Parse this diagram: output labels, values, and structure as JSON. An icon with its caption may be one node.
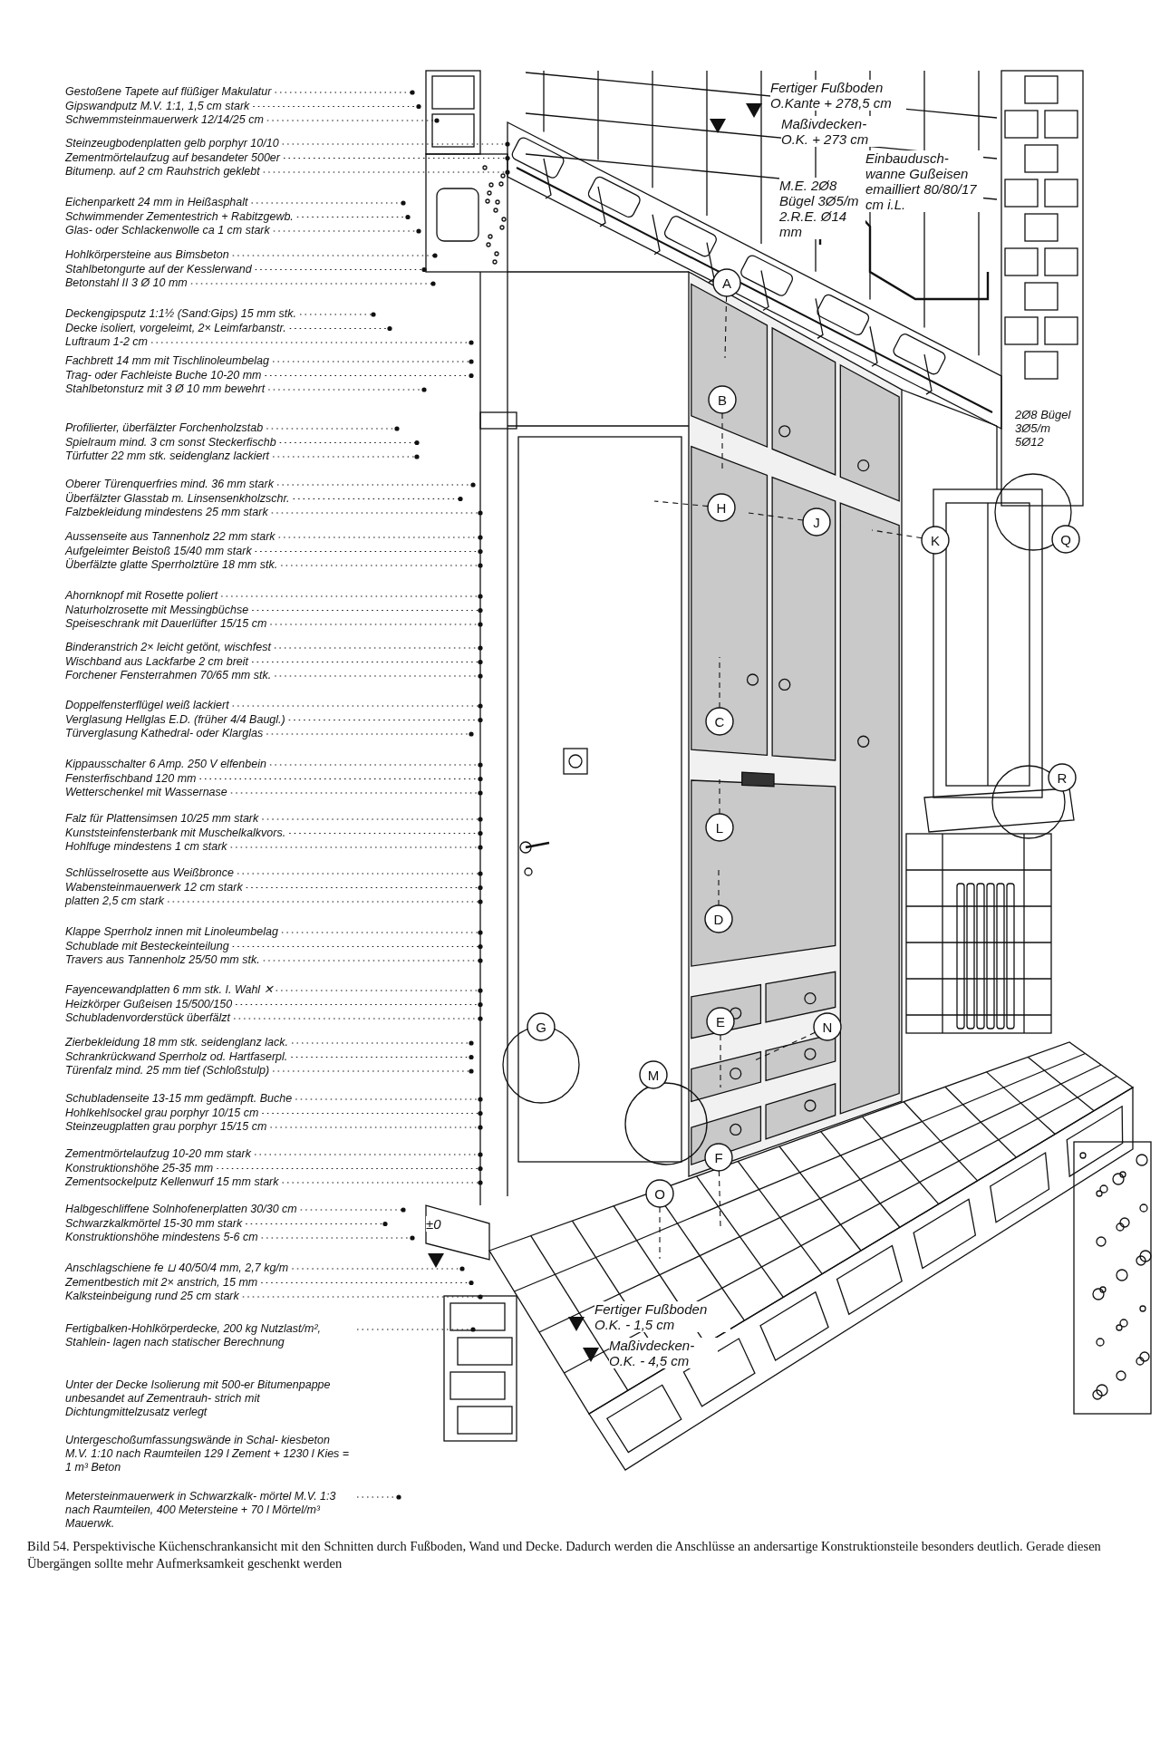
{
  "diagram": {
    "caption": "Bild 54. Perspektivische Küchenschrankansicht mit den Schnitten durch Fußboden, Wand und Decke. Dadurch werden die Anschlüsse an andersartige Konstruktionsteile besonders deutlich. Gerade diesen Übergängen sollte mehr Aufmerksamkeit geschenkt werden",
    "nodes": [
      {
        "text": [
          "Gestoßene Tapete auf flüßiger Makulatur"
        ]
      },
      {
        "text": [
          "Gipswandputz M.V. 1:1, 1,5 cm stark"
        ]
      },
      {
        "text": [
          "Schwemmsteinmauerwerk 12/14/25 cm"
        ]
      },
      {
        "text": [
          "Steinzeugbodenplatten gelb porphyr 10/10"
        ]
      },
      {
        "text": [
          "Zementmörtelaufzug auf besandeter 500er"
        ]
      },
      {
        "text": [
          "Bitumenp. auf 2 cm Rauhstrich geklebt"
        ]
      },
      {
        "text": [
          "Eichenparkett 24 mm in Heißasphalt"
        ]
      },
      {
        "text": [
          "Schwimmender Zementestrich + Rabitzgewb."
        ]
      },
      {
        "text": [
          "Glas- oder Schlackenwolle ca 1 cm stark"
        ]
      },
      {
        "text": [
          "Hohlkörpersteine aus Bimsbeton"
        ]
      },
      {
        "text": [
          "Stahlbetongurte auf der Kesslerwand"
        ]
      },
      {
        "text": [
          "Betonstahl II 3 Ø 10 mm"
        ]
      },
      {
        "text": [
          "Deckengipsputz 1:1½ (Sand:Gips) 15 mm stk."
        ]
      },
      {
        "text": [
          "Decke isoliert, vorgeleimt, 2× Leimfarbanstr."
        ]
      },
      {
        "text": [
          "Luftraum 1-2 cm"
        ]
      },
      {
        "text": [
          "Fachbrett 14 mm mit Tischlinoleumbelag"
        ]
      },
      {
        "text": [
          "Trag- oder Fachleiste Buche 10-20 mm"
        ]
      },
      {
        "text": [
          "Stahlbetonsturz mit 3 Ø 10 mm bewehrt"
        ]
      },
      {
        "text": [
          "Profilierter, überfälzter Forchenholzstab"
        ]
      },
      {
        "text": [
          "Spielraum mind. 3 cm sonst Steckerfischb"
        ]
      },
      {
        "text": [
          "Türfutter 22 mm stk. seidenglanz lackiert"
        ]
      },
      {
        "text": [
          "Oberer Türenquerfries mind. 36 mm stark"
        ]
      },
      {
        "text": [
          "Überfälzter Glasstab m. Linsensenkholzschr."
        ]
      },
      {
        "text": [
          "Falzbekleidung mindestens 25 mm stark"
        ]
      },
      {
        "text": [
          "Aussenseite aus Tannenholz 22 mm stark"
        ]
      },
      {
        "text": [
          "Aufgeleimter Beistoß 15/40 mm stark"
        ]
      },
      {
        "text": [
          "Überfälzte glatte Sperrholztüre 18 mm stk."
        ]
      },
      {
        "text": [
          "Ahornknopf mit Rosette poliert"
        ]
      },
      {
        "text": [
          "Naturholzrosette mit Messingbüchse"
        ]
      },
      {
        "text": [
          "Speiseschrank mit Dauerlüfter 15/15 cm"
        ]
      },
      {
        "text": [
          "Binderanstrich 2× leicht getönt, wischfest"
        ]
      },
      {
        "text": [
          "Wischband aus Lackfarbe 2 cm breit"
        ]
      },
      {
        "text": [
          "Forchener Fensterrahmen 70/65 mm stk."
        ]
      },
      {
        "text": [
          "Doppelfensterflügel weiß lackiert"
        ]
      },
      {
        "text": [
          "Verglasung Hellglas E.D. (früher 4/4 Baugl.)"
        ]
      },
      {
        "text": [
          "Türverglasung Kathedral- oder Klarglas"
        ]
      },
      {
        "text": [
          "Kippausschalter 6 Amp. 250 V elfenbein"
        ]
      },
      {
        "text": [
          "Fensterfischband 120 mm"
        ]
      },
      {
        "text": [
          "Wetterschenkel mit Wassernase"
        ]
      },
      {
        "text": [
          "Falz für Plattensimsen 10/25 mm stark"
        ]
      },
      {
        "text": [
          "Kunststeinfensterbank mit Muschelkalkvors."
        ]
      },
      {
        "text": [
          "Hohlfuge mindestens 1 cm stark"
        ]
      },
      {
        "text": [
          "Schlüsselrosette aus Weißbronce"
        ]
      },
      {
        "text": [
          "Wabensteinmauerwerk 12 cm stark"
        ]
      },
      {
        "text": [
          "platten 2,5 cm stark"
        ]
      },
      {
        "text": [
          "Klappe Sperrholz innen mit Linoleumbelag"
        ]
      },
      {
        "text": [
          "Schublade mit Besteckeinteilung"
        ]
      },
      {
        "text": [
          "Travers aus Tannenholz 25/50 mm stk."
        ]
      },
      {
        "text": [
          "Fayencewandplatten 6 mm stk. I. Wahl ✕"
        ]
      },
      {
        "text": [
          "Heizkörper Gußeisen 15/500/150"
        ]
      },
      {
        "text": [
          "Schubladenvorderstück überfälzt"
        ]
      },
      {
        "text": [
          "Zierbekleidung 18 mm stk. seidenglanz lack."
        ]
      },
      {
        "text": [
          "Schrankrückwand Sperrholz od. Hartfaserpl."
        ]
      },
      {
        "text": [
          "Türenfalz mind. 25 mm tief (Schloßstulp)"
        ]
      },
      {
        "text": [
          "Schubladenseite 13-15 mm gedämpft. Buche"
        ]
      },
      {
        "text": [
          "Hohlkehlsockel grau porphyr 10/15 cm"
        ]
      },
      {
        "text": [
          "Steinzeugplatten grau porphyr 15/15 cm"
        ]
      },
      {
        "text": [
          "Zementmörtelaufzug 10-20 mm stark"
        ]
      },
      {
        "text": [
          "Konstruktionshöhe 25-35 mm"
        ]
      },
      {
        "text": [
          "Zementsockelputz Kellenwurf 15 mm stark"
        ]
      },
      {
        "text": [
          "Halbgeschliffene Solnhofenerplatten 30/30 cm"
        ]
      },
      {
        "text": [
          "Schwarzkalkmörtel 15-30 mm stark"
        ]
      },
      {
        "text": [
          "Konstruktionshöhe mindestens 5-6 cm"
        ]
      },
      {
        "text": [
          "Anschlagschiene fe ⊔ 40/50/4 mm, 2,7 kg/m"
        ]
      },
      {
        "text": [
          "Zementbestich mit 2× anstrich, 15 mm"
        ]
      },
      {
        "text": [
          "Kalksteinbeigung rund 25 cm stark"
        ]
      },
      {
        "text": [
          "Fertigbalken-Hohlkörperdecke, 200 kg Nutzlast/m², Stahlein- lagen nach statischer Berechnung"
        ]
      },
      {
        "text": [
          "Metersteinmauerwerk in Schwarzkalk- mörtel M.V. 1:3 nach Raumteilen, 400 Metersteine + 70 l Mörtel/m³ Mauerwk."
        ]
      },
      {
        "text": [],
        "shape": "picture"
      },
      {
        "text": [
          "A"
        ],
        "in": 68
      },
      {
        "text": [
          "B"
        ],
        "in": 68
      },
      {
        "text": [
          "H"
        ],
        "in": 68
      },
      {
        "text": [
          "J"
        ],
        "in": 68
      },
      {
        "text": [
          "K"
        ],
        "in": 68
      },
      {
        "text": [
          "Q"
        ],
        "in": 68
      },
      {
        "text": [
          "C"
        ],
        "in": 68
      },
      {
        "text": [
          "R"
        ],
        "in": 68
      },
      {
        "text": [
          "L"
        ],
        "in": 68
      },
      {
        "text": [
          "D"
        ],
        "in": 68
      },
      {
        "text": [
          "E"
        ],
        "in": 68
      },
      {
        "text": [
          "N"
        ],
        "in": 68
      },
      {
        "text": [
          "G"
        ],
        "in": 68
      },
      {
        "text": [
          "M"
        ],
        "in": 68
      },
      {
        "text": [
          "F"
        ],
        "in": 68
      },
      {
        "text": [
          "O"
        ],
        "in": 68
      }
    ],
    "edges": [
      {
        "from": 0,
        "to": 68,
        "arrow": "other"
      },
      {
        "from": 1,
        "to": 68,
        "arrow": "other"
      },
      {
        "from": 2,
        "to": 68,
        "arrow": "other"
      },
      {
        "from": 3,
        "to": 68,
        "arrow": "other"
      },
      {
        "from": 4,
        "to": 68,
        "arrow": "other"
      },
      {
        "from": 5,
        "to": 68,
        "arrow": "other"
      },
      {
        "from": 6,
        "to": 68,
        "arrow": "other"
      },
      {
        "from": 7,
        "to": 68,
        "arrow": "other"
      },
      {
        "from": 8,
        "to": 68,
        "arrow": "other"
      },
      {
        "from": 9,
        "to": 68,
        "arrow": "other"
      },
      {
        "from": 10,
        "to": 68,
        "arrow": "other"
      },
      {
        "from": 11,
        "to": 68,
        "arrow": "other"
      },
      {
        "from": 12,
        "to": 68,
        "arrow": "other"
      },
      {
        "from": 13,
        "to": 68,
        "arrow": "other"
      },
      {
        "from": 14,
        "to": 68,
        "arrow": "other"
      },
      {
        "from": 15,
        "to": 68,
        "arrow": "other"
      },
      {
        "from": 16,
        "to": 68,
        "arrow": "other"
      },
      {
        "from": 17,
        "to": 68,
        "arrow": "other"
      },
      {
        "from": 18,
        "to": 68,
        "arrow": "other"
      },
      {
        "from": 19,
        "to": 68,
        "arrow": "other"
      },
      {
        "from": 20,
        "to": 68,
        "arrow": "other"
      },
      {
        "from": 21,
        "to": 68,
        "arrow": "other"
      },
      {
        "from": 22,
        "to": 68,
        "arrow": "other"
      },
      {
        "from": 23,
        "to": 68,
        "arrow": "other"
      },
      {
        "from": 24,
        "to": 68,
        "arrow": "other"
      },
      {
        "from": 25,
        "to": 68,
        "arrow": "other"
      },
      {
        "from": 26,
        "to": 68,
        "arrow": "other"
      },
      {
        "from": 27,
        "to": 68,
        "arrow": "other"
      },
      {
        "from": 28,
        "to": 68,
        "arrow": "other"
      },
      {
        "from": 29,
        "to": 68,
        "arrow": "other"
      },
      {
        "from": 30,
        "to": 68,
        "arrow": "other"
      },
      {
        "from": 31,
        "to": 68,
        "arrow": "other"
      },
      {
        "from": 32,
        "to": 68,
        "arrow": "other"
      },
      {
        "from": 33,
        "to": 68,
        "arrow": "other"
      },
      {
        "from": 34,
        "to": 68,
        "arrow": "other"
      },
      {
        "from": 35,
        "to": 68,
        "arrow": "other"
      },
      {
        "from": 36,
        "to": 68,
        "arrow": "other"
      },
      {
        "from": 37,
        "to": 68,
        "arrow": "other"
      },
      {
        "from": 38,
        "to": 68,
        "arrow": "other"
      },
      {
        "from": 39,
        "to": 68,
        "arrow": "other"
      },
      {
        "from": 40,
        "to": 68,
        "arrow": "other"
      },
      {
        "from": 41,
        "to": 68,
        "arrow": "other"
      },
      {
        "from": 42,
        "to": 68,
        "arrow": "other"
      },
      {
        "from": 43,
        "to": 68,
        "arrow": "other"
      },
      {
        "from": 44,
        "to": 68,
        "arrow": "other"
      },
      {
        "from": 45,
        "to": 68,
        "arrow": "other"
      },
      {
        "from": 46,
        "to": 68,
        "arrow": "other"
      },
      {
        "from": 47,
        "to": 68,
        "arrow": "other"
      },
      {
        "from": 48,
        "to": 68,
        "arrow": "other"
      },
      {
        "from": 49,
        "to": 68,
        "arrow": "other"
      },
      {
        "from": 50,
        "to": 68,
        "arrow": "other"
      },
      {
        "from": 51,
        "to": 68,
        "arrow": "other"
      },
      {
        "from": 52,
        "to": 68,
        "arrow": "other"
      },
      {
        "from": 53,
        "to": 68,
        "arrow": "other"
      },
      {
        "from": 54,
        "to": 68,
        "arrow": "other"
      },
      {
        "from": 55,
        "to": 68,
        "arrow": "other"
      },
      {
        "from": 56,
        "to": 68,
        "arrow": "other"
      },
      {
        "from": 57,
        "to": 68,
        "arrow": "other"
      },
      {
        "from": 58,
        "to": 68,
        "arrow": "other"
      },
      {
        "from": 59,
        "to": 68,
        "arrow": "other"
      },
      {
        "from": 60,
        "to": 68,
        "arrow": "other"
      },
      {
        "from": 61,
        "to": 68,
        "arrow": "other"
      },
      {
        "from": 62,
        "to": 68,
        "arrow": "other"
      },
      {
        "from": 63,
        "to": 68,
        "arrow": "other"
      },
      {
        "from": 64,
        "to": 68,
        "arrow": "other"
      },
      {
        "from": 65,
        "to": 68,
        "arrow": "other"
      },
      {
        "from": 66,
        "to": 68,
        "arrow": "other"
      },
      {
        "from": 67,
        "to": 68,
        "arrow": "other"
      },
      {
        "from": 69,
        "to": 68,
        "arrow": "none",
        "style": "dashed"
      },
      {
        "from": 70,
        "to": 68,
        "arrow": "none",
        "style": "dashed"
      },
      {
        "from": 71,
        "to": 68,
        "arrow": "none",
        "style": "dashed"
      },
      {
        "from": 72,
        "to": 68,
        "arrow": "none",
        "style": "dashed"
      },
      {
        "from": 73,
        "to": 68,
        "arrow": "none",
        "style": "dashed"
      },
      {
        "from": 75,
        "to": 68,
        "arrow": "none",
        "style": "dashed"
      },
      {
        "from": 77,
        "to": 68,
        "arrow": "none",
        "style": "dashed"
      },
      {
        "from": 78,
        "to": 68,
        "arrow": "none",
        "style": "dashed"
      },
      {
        "from": 79,
        "to": 68,
        "arrow": "none",
        "style": "dashed"
      },
      {
        "from": 80,
        "to": 68,
        "arrow": "none",
        "style": "dashed"
      },
      {
        "from": 83,
        "to": 68,
        "arrow": "none",
        "style": "dashed"
      },
      {
        "from": 84,
        "to": 68,
        "arrow": "none",
        "style": "dashed"
      }
    ],
    "labels": [
      "Fertiger Fußboden O.Kante + 278,5 cm",
      "Maßivdecken- O.K. + 273 cm",
      "Einbaudusch- wanne Gußeisen emailliert 80/80/17 cm i.L.",
      "M.E. 2Ø8 Bügel 3Ø5/m 2.R.E. Ø14 mm",
      "2Ø8 Bügel 3Ø5/m 5Ø12",
      "±0",
      "Fertiger Fußboden O.K. - 1,5 cm",
      "Maßivdecken- O.K. - 4,5 cm",
      "Unter der Decke Isolierung mit 500-er Bitumenpappe unbesandet auf Zementrauh- strich mit Dichtungmittelzusatz verlegt",
      "Untergeschoßumfassungswände in Schal- kiesbeton M.V. 1:10 nach Raumteilen 129 l Zement + 1230 l Kies = 1 m³ Beton"
    ]
  }
}
